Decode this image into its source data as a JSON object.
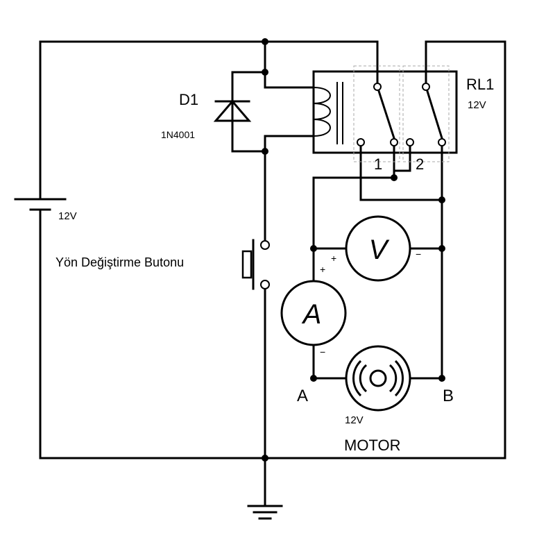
{
  "diode": {
    "ref": "D1",
    "part": "1N4001"
  },
  "relay": {
    "ref": "RL1",
    "voltage": "12V",
    "contact_1": "1",
    "contact_2": "2"
  },
  "battery": {
    "voltage": "12V"
  },
  "button": {
    "label": "Yön Değiştirme Butonu"
  },
  "voltmeter": {
    "letter": "V",
    "plus": "+",
    "minus": "−"
  },
  "ammeter": {
    "letter": "A",
    "plus": "+",
    "minus": "−"
  },
  "motor": {
    "voltage": "12V",
    "label": "MOTOR",
    "terminal_a": "A",
    "terminal_b": "B"
  }
}
